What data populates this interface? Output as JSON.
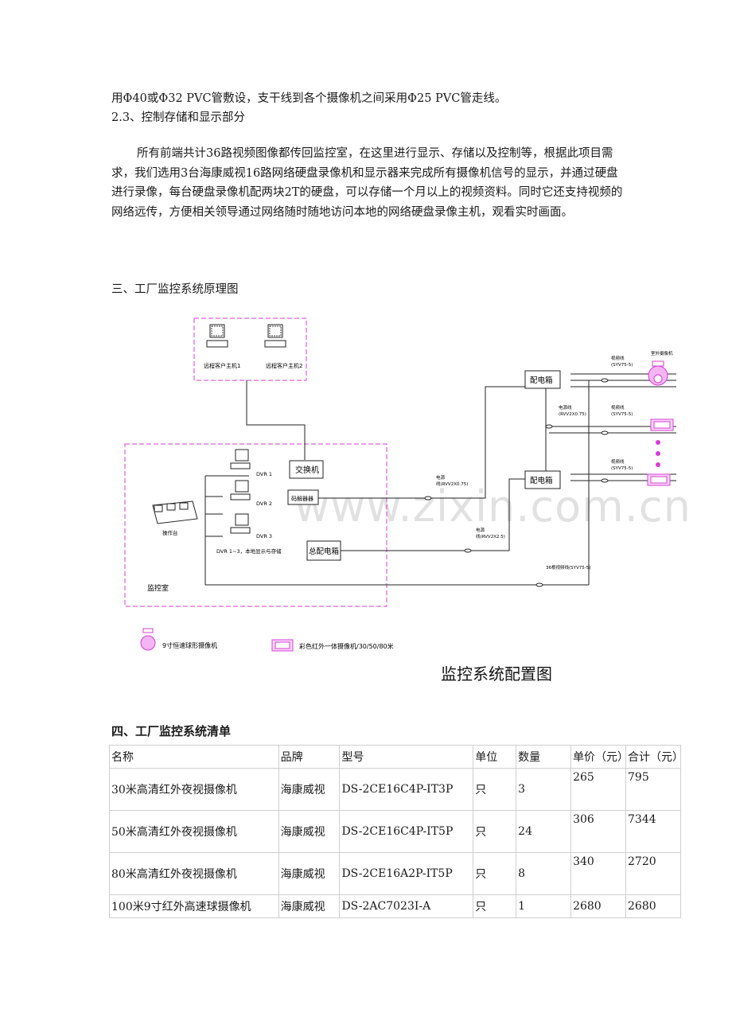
{
  "intro": {
    "line1": "用Φ40或Φ32 PVC管敷设，支干线到各个摄像机之间采用Φ25 PVC管走线。",
    "line2": "2.3、控制存储和显示部分",
    "paragraph": "所有前端共计36路视频图像都传回监控室，在这里进行显示、存储以及控制等，根据此项目需求，我们选用3台海康威视16路网络硬盘录像机和显示器来完成所有摄像机信号的显示，并通过硬盘进行录像，每台硬盘录像机配两块2T的硬盘，可以存储一个月以上的视频资料。同时它还支持视频的网络远传，方便相关领导通过网络随时随地访问本地的网络硬盘录像主机，观看实时画面。"
  },
  "section3_title": "三、工厂监控系统原理图",
  "diagram": {
    "remote1": "远程客户主机1",
    "remote2": "远程客户主机2",
    "switch": "交换机",
    "dvr1": "DVR 1",
    "dvr2": "DVR 2",
    "dvr3": "DVR 3",
    "decoder": "码解器器",
    "console": "操作台",
    "dvr_note": "DVR 1~3，本地显示与存储",
    "main_panel": "总配电箱",
    "room": "监控室",
    "box1": "配电箱",
    "box2": "配电箱",
    "cable_power1": "电源",
    "cable_power1b": "线(RVV2X0.75)",
    "cable_power2": "电源",
    "cable_power2b": "线(RVV2X2.5)",
    "cable_video_main": "36根视频线(SYV75-5)",
    "cable_video_a": "视频线",
    "cable_video_a2": "(SYV75-5)",
    "cable_power3": "电源线",
    "cable_power3b": "(RVV2X0.75)",
    "cable_video_b": "视频线",
    "cable_video_b2": "(SYV75-5)",
    "cable_video_c": "视频线",
    "cable_video_c2": "(SYV75-5)",
    "dome_label": "室外摄像机",
    "legend_dome": "9寸恒速球形摄像机",
    "legend_bullet": "彩色红外一体摄像机/30/50/80米",
    "caption": "监控系统配置图",
    "watermark": "www.zixin.com.cn",
    "colors": {
      "frame": "#d63cd6",
      "line": "#222222",
      "accent": "#e04ce0"
    }
  },
  "section4_title": "四、工厂监控系统清单",
  "table": {
    "headers": [
      "名称",
      "品牌",
      "型号",
      "单位",
      "数量",
      "单价（元）",
      "合计（元）"
    ],
    "rows": [
      [
        "30米高清红外夜视摄像机",
        "海康威视",
        "DS-2CE16C4P-IT3P",
        "只",
        "3",
        "265",
        "795"
      ],
      [
        "50米高清红外夜视摄像机",
        "海康威视",
        "DS-2CE16C4P-IT5P",
        "只",
        "24",
        "306",
        "7344"
      ],
      [
        "80米高清红外夜视摄像机",
        "海康威视",
        "DS-2CE16A2P-IT5P",
        "只",
        "8",
        "340",
        "2720"
      ],
      [
        "100米9寸红外高速球摄像机",
        "海康威视",
        "DS-2AC7023I-A",
        "只",
        "1",
        "2680",
        "2680"
      ]
    ]
  }
}
